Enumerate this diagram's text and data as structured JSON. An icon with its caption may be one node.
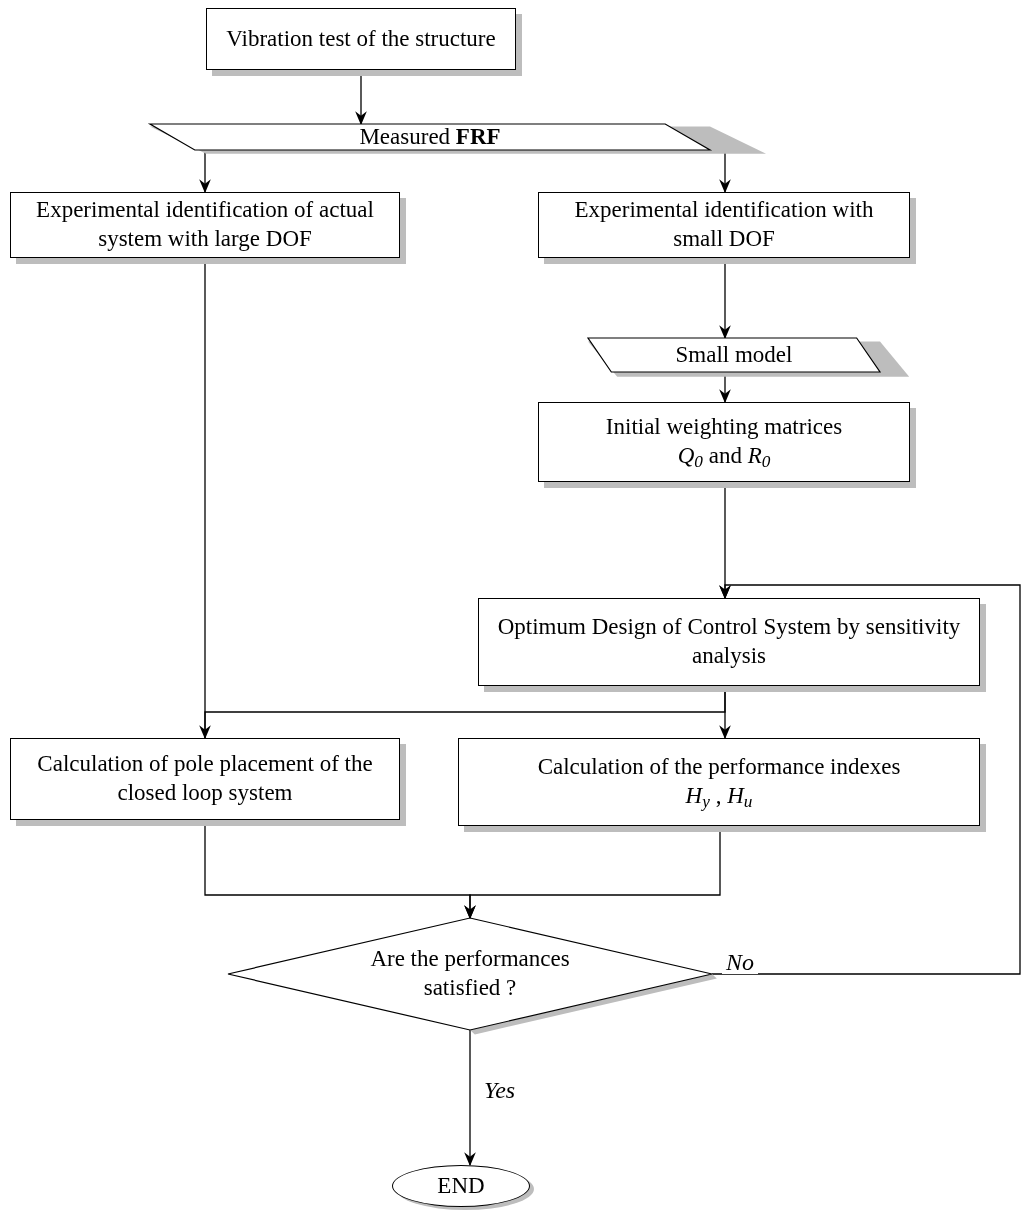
{
  "diagram": {
    "nodes": [
      {
        "text": [
          "Vibration test of the structure"
        ]
      },
      {
        "text": [
          "Measured **FRF**"
        ]
      },
      {
        "text": [
          "Experimental identification of actual system with large DOF"
        ]
      },
      {
        "text": [
          "Experimental identification with small DOF"
        ]
      },
      {
        "text": [
          "Small model"
        ]
      },
      {
        "text": [
          "Initial weighting matrices",
          "*Q*$_{0}$ and *R*$_{0}$"
        ]
      },
      {
        "text": [
          "Optimum Design of Control System by sensitivity analysis"
        ]
      },
      {
        "text": [
          "Calculation of pole placement of the closed loop system"
        ]
      },
      {
        "text": [
          "Calculation of the performance indexes",
          "*H*$_{y}$ , *H*$_{u}$"
        ]
      },
      {
        "text": [
          "Are the performances satisfied ?"
        ]
      },
      {
        "text": [
          "END"
        ]
      }
    ],
    "edges": [
      {
        "from": 0,
        "to": 1,
        "arrow": "to"
      },
      {
        "from": 1,
        "to": 2,
        "arrow": "to"
      },
      {
        "from": 1,
        "to": 3,
        "arrow": "to"
      },
      {
        "from": 3,
        "to": 4,
        "arrow": "to"
      },
      {
        "from": 4,
        "to": 5,
        "arrow": "to"
      },
      {
        "from": 5,
        "to": 6,
        "arrow": "to"
      },
      {
        "from": 6,
        "to": 8,
        "arrow": "to"
      },
      {
        "from": 6,
        "to": 7,
        "arrow": "to"
      },
      {
        "from": 2,
        "to": 7,
        "arrow": "none"
      },
      {
        "from": 7,
        "to": 9,
        "arrow": "to"
      },
      {
        "from": 8,
        "to": 9,
        "arrow": "to"
      },
      {
        "from": 9,
        "to": 6,
        "arrow": "to",
        "label": "No"
      },
      {
        "from": 9,
        "to": 10,
        "arrow": "to",
        "label": "Yes"
      }
    ]
  }
}
